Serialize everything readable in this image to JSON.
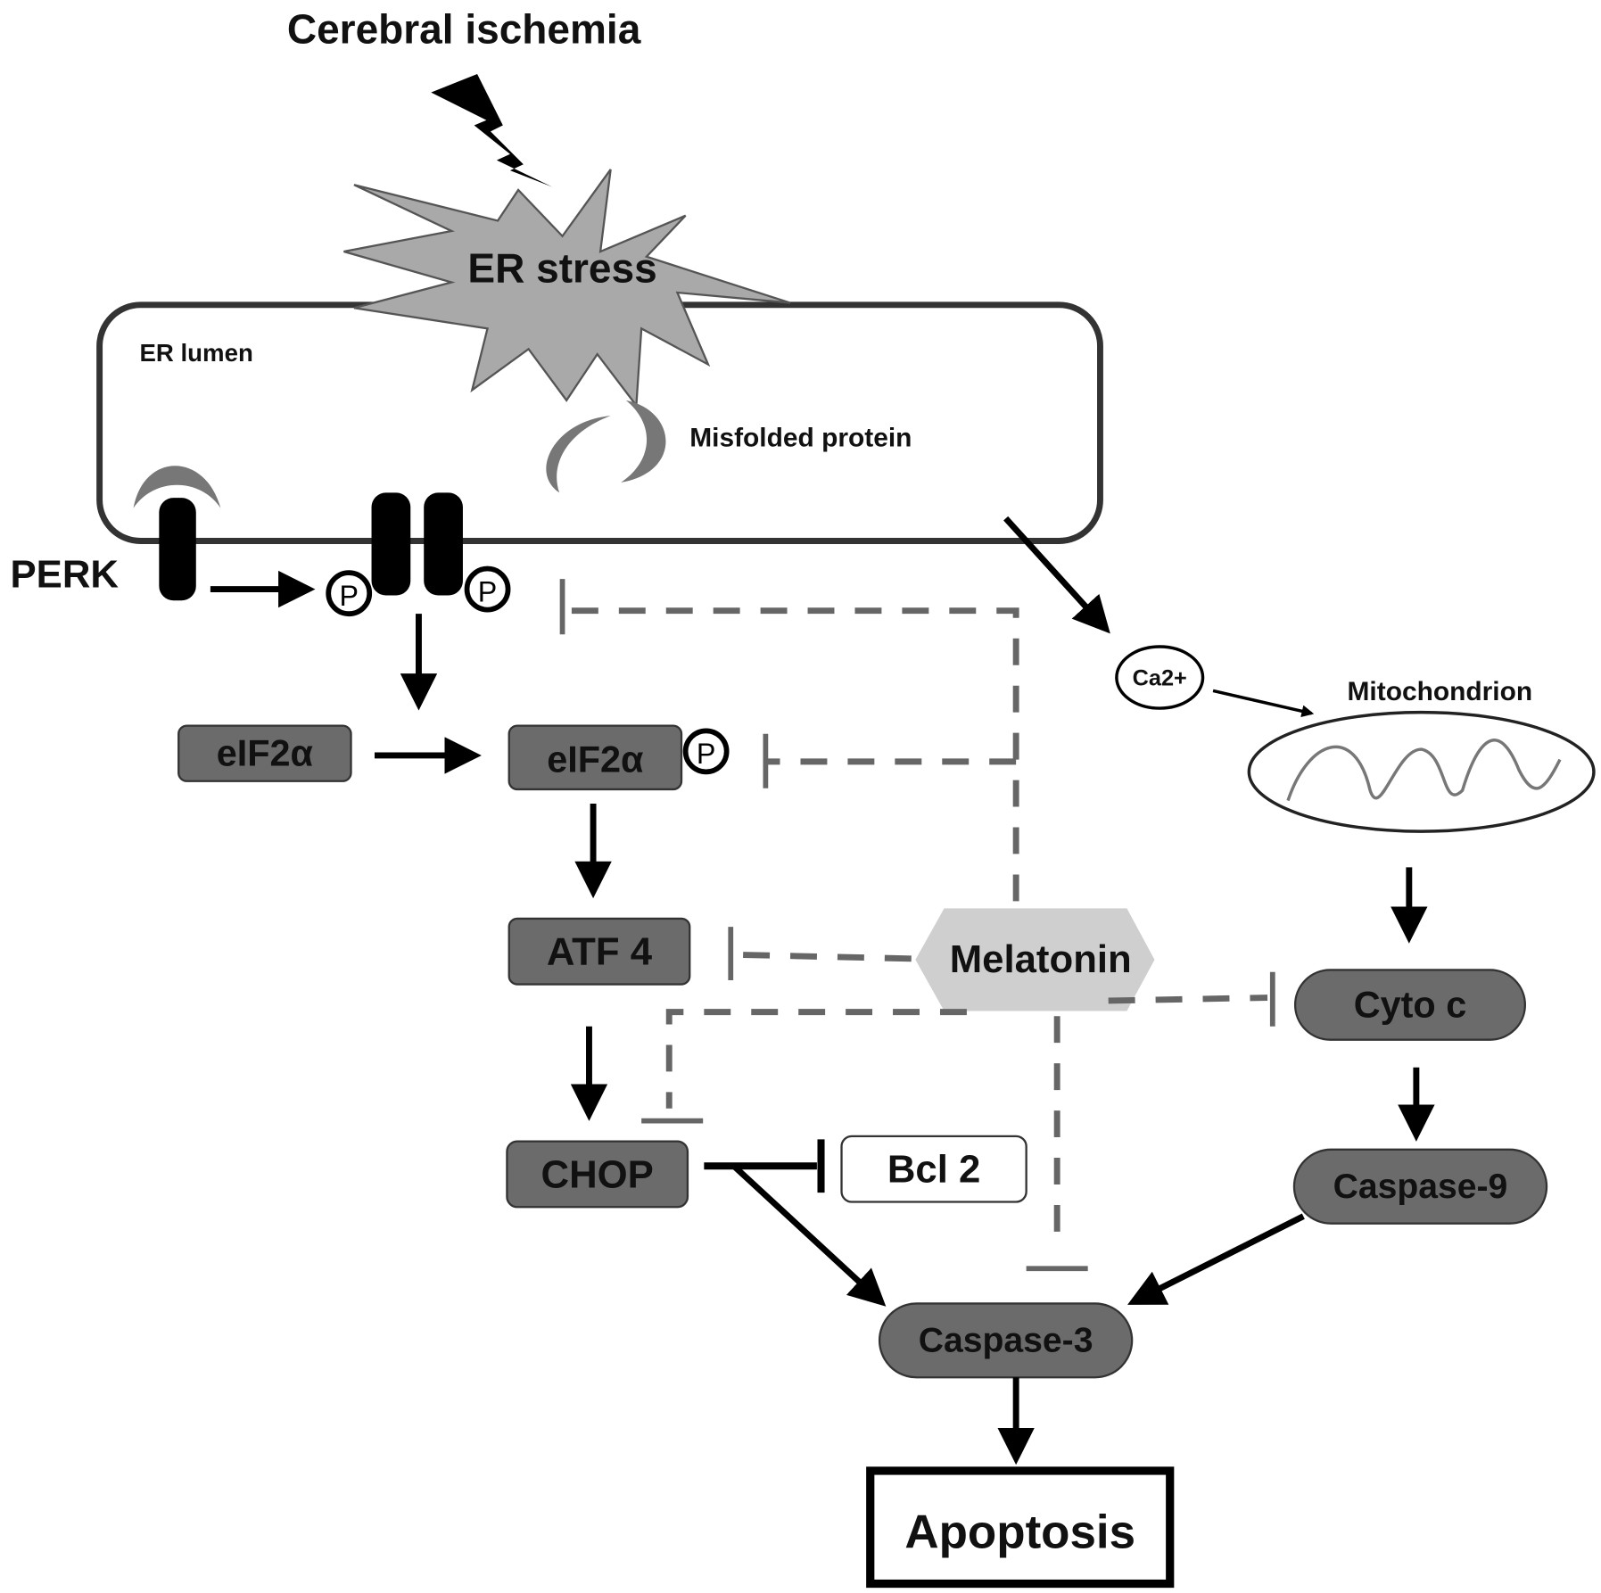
{
  "title": "Cerebral ischemia",
  "er_stress": "ER stress",
  "er_lumen": "ER lumen",
  "misfolded_protein": "Misfolded protein",
  "perk": "PERK",
  "phospho": "P",
  "nodes": {
    "eif2a": "eIF2α",
    "eif2a_p": "eIF2α",
    "atf4": "ATF 4",
    "chop": "CHOP",
    "bcl2": "Bcl 2",
    "melatonin": "Melatonin",
    "ca2": "Ca2+",
    "mitochondrion": "Mitochondrion",
    "cytoc": "Cyto c",
    "casp9": "Caspase-9",
    "casp3": "Caspase-3",
    "apoptosis": "Apoptosis"
  },
  "colors": {
    "node_fill": "#6b6b6b",
    "starburst_fill": "#a9a9a9",
    "melatonin_fill": "#cfcfcf",
    "inhibit_line": "#666666",
    "crescent": "#777777"
  }
}
